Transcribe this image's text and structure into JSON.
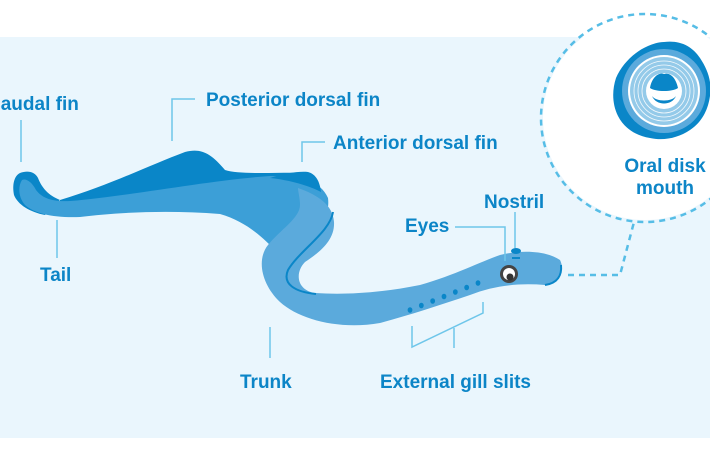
{
  "diagram": {
    "subject": "Lamprey anatomy",
    "colors": {
      "background_panel": "#eaf6fd",
      "label_text": "#0c85c7",
      "body_light": "#5baadc",
      "body_mid": "#3c9fd7",
      "fin_dark": "#0a86c8",
      "leader_line": "#6ec6ea",
      "dashed_callout": "#56bde6"
    },
    "labels": {
      "caudal_fin": "Caudal fin",
      "posterior_dorsal_fin": "Posterior dorsal fin",
      "anterior_dorsal_fin": "Anterior dorsal fin",
      "tail": "Tail",
      "trunk": "Trunk",
      "eyes": "Eyes",
      "nostril": "Nostril",
      "external_gill_slits": "External gill slits",
      "oral_disk_mouth_line1": "Oral disk",
      "oral_disk_mouth_line2": "mouth"
    },
    "gill_slit_count": 7
  }
}
